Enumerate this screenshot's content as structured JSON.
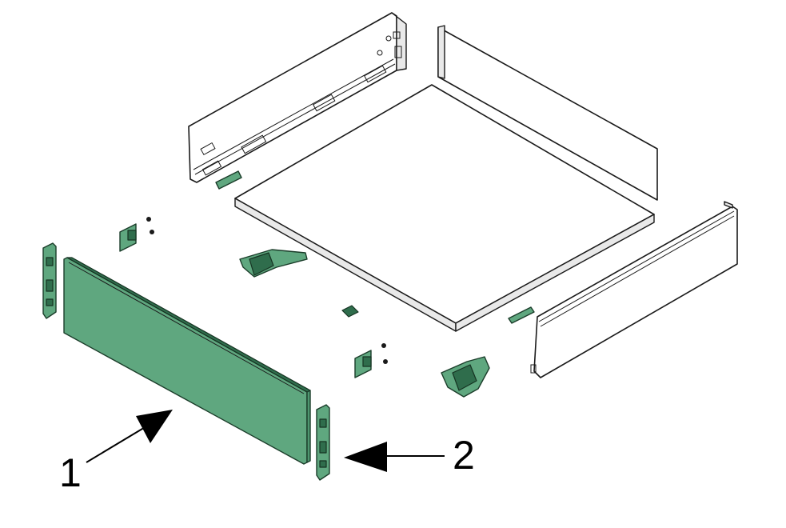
{
  "callouts": [
    {
      "id": "1",
      "label": "1"
    },
    {
      "id": "2",
      "label": "2"
    }
  ],
  "colors": {
    "highlight_green": "#5fa77f",
    "highlight_green_dark": "#2f6d4c",
    "outline": "#1a1a1a",
    "background": "#ffffff"
  }
}
